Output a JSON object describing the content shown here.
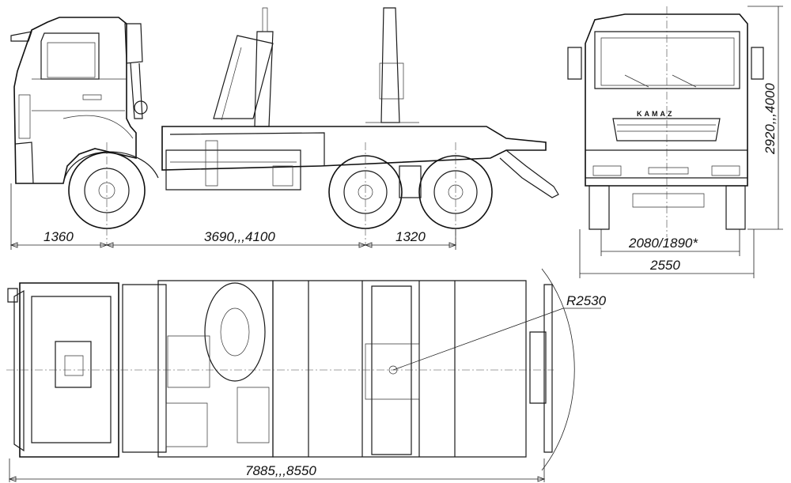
{
  "dimensions": {
    "front_overhang": "1360",
    "wheelbase": "3690,,,4100",
    "rear_axle_spacing": "1320",
    "track_width": "2080/1890*",
    "overall_width": "2550",
    "overall_height": "2920,,,4000",
    "overall_length": "7885,,,8550",
    "turning_radius": "R2530"
  },
  "brand_logo": "KAMAZ"
}
